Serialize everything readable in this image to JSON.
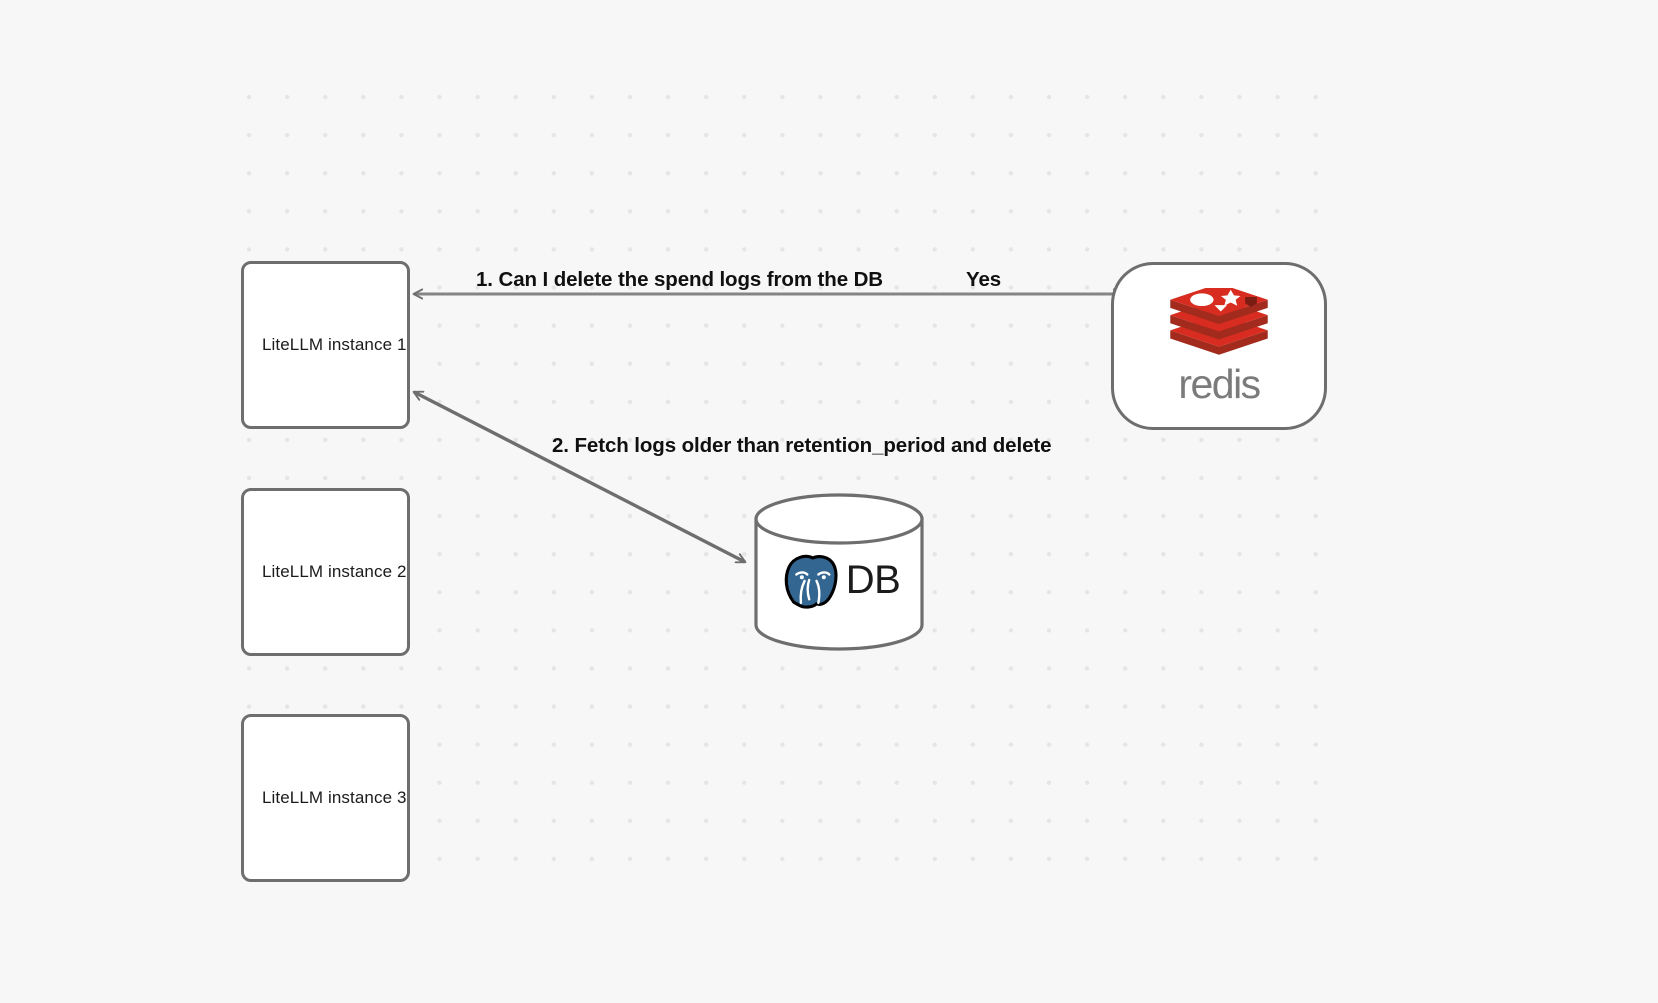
{
  "canvas": {
    "background_color": "#f7f7f7",
    "dot_color": "#e4e5e7",
    "stroke_color": "#6e6e6e"
  },
  "nodes": {
    "instances": [
      {
        "id": "instance-1",
        "label": "LiteLLM instance 1"
      },
      {
        "id": "instance-2",
        "label": "LiteLLM instance 2"
      },
      {
        "id": "instance-3",
        "label": "LiteLLM instance 3"
      }
    ],
    "redis": {
      "wordmark": "redis",
      "logo_name": "redis-logo-icon",
      "logo_color": "#d82c20",
      "wordmark_color": "#7b7b7b"
    },
    "database": {
      "label": "DB",
      "logo_name": "postgresql-elephant-icon",
      "logo_color": "#336791"
    }
  },
  "edges": [
    {
      "id": "edge-instance1-redis",
      "from": "instance-1",
      "to": "redis",
      "direction": "bidirectional",
      "labels": [
        {
          "id": "label-step-1",
          "text": "1.  Can I delete the spend logs from the DB"
        },
        {
          "id": "label-step-yes",
          "text": "Yes"
        }
      ]
    },
    {
      "id": "edge-instance1-database",
      "from": "instance-1",
      "to": "database",
      "direction": "bidirectional",
      "labels": [
        {
          "id": "label-step-2",
          "text": "2.  Fetch logs older than retention_period and delete"
        }
      ]
    }
  ]
}
